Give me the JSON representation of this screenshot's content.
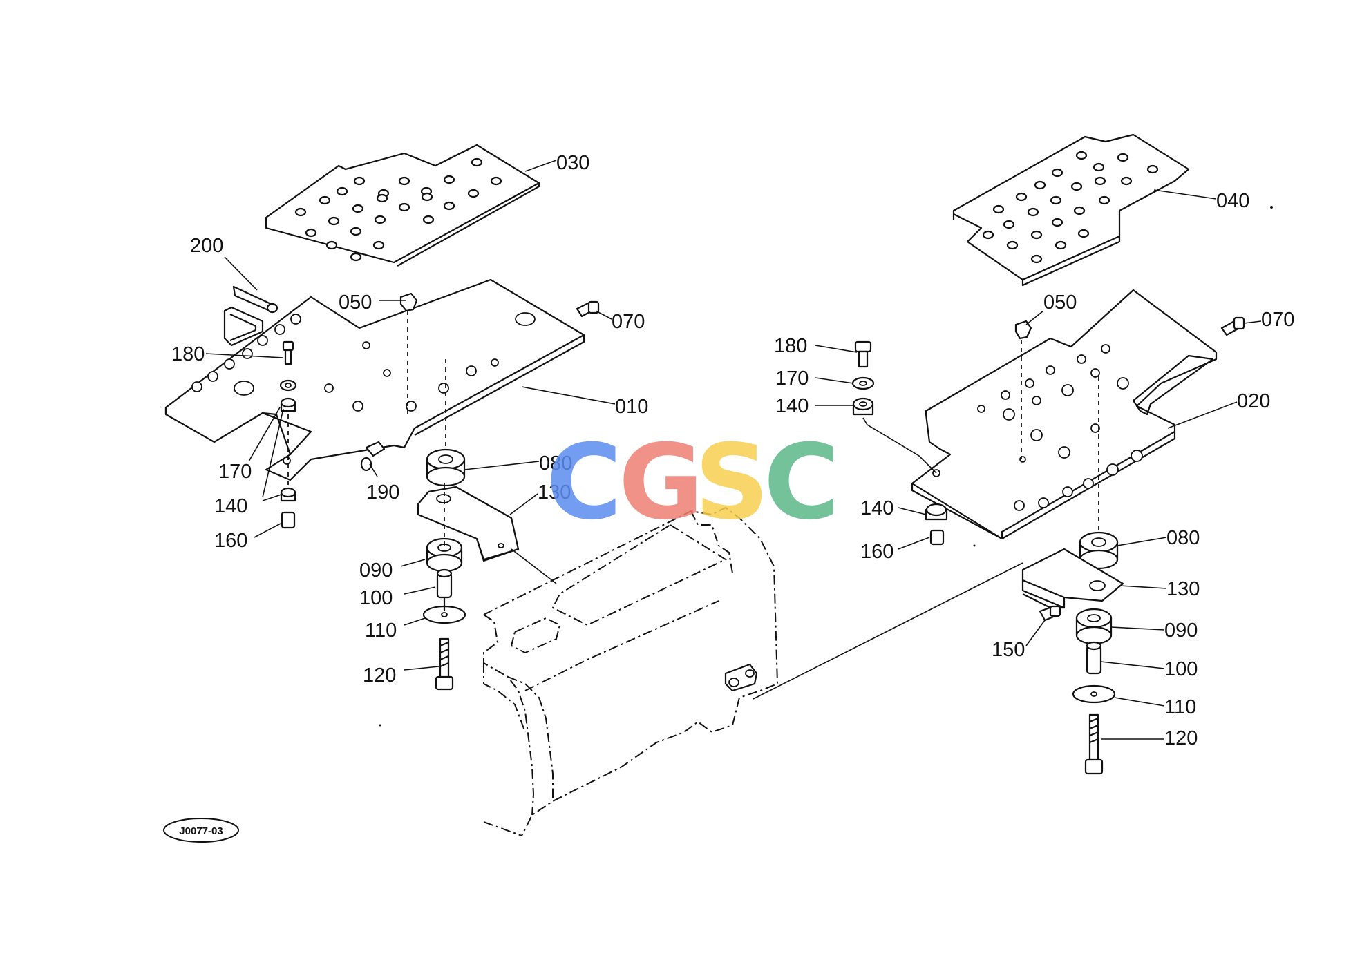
{
  "diagram_code": "J0077-03",
  "watermark": {
    "letters": [
      {
        "char": "C",
        "color": "#5b8def"
      },
      {
        "char": "G",
        "color": "#ef7f74"
      },
      {
        "char": "S",
        "color": "#f7d04f"
      },
      {
        "char": "C",
        "color": "#5bb889"
      }
    ]
  },
  "labels": {
    "l030": "030",
    "l200": "200",
    "l050a": "050",
    "l070a": "070",
    "l180a": "180",
    "l010": "010",
    "l170a": "170",
    "l190": "190",
    "l080a": "080",
    "l140a": "140",
    "l130a": "130",
    "l160a": "160",
    "l090a": "090",
    "l100a": "100",
    "l110a": "110",
    "l120a": "120",
    "l040": "040",
    "l050b": "050",
    "l070b": "070",
    "l180b": "180",
    "l170b": "170",
    "l140b": "140",
    "l020": "020",
    "l140c": "140",
    "l160b": "160",
    "l080b": "080",
    "l130b": "130",
    "l150": "150",
    "l090b": "090",
    "l100b": "100",
    "l110b": "110",
    "l120b": "120"
  }
}
